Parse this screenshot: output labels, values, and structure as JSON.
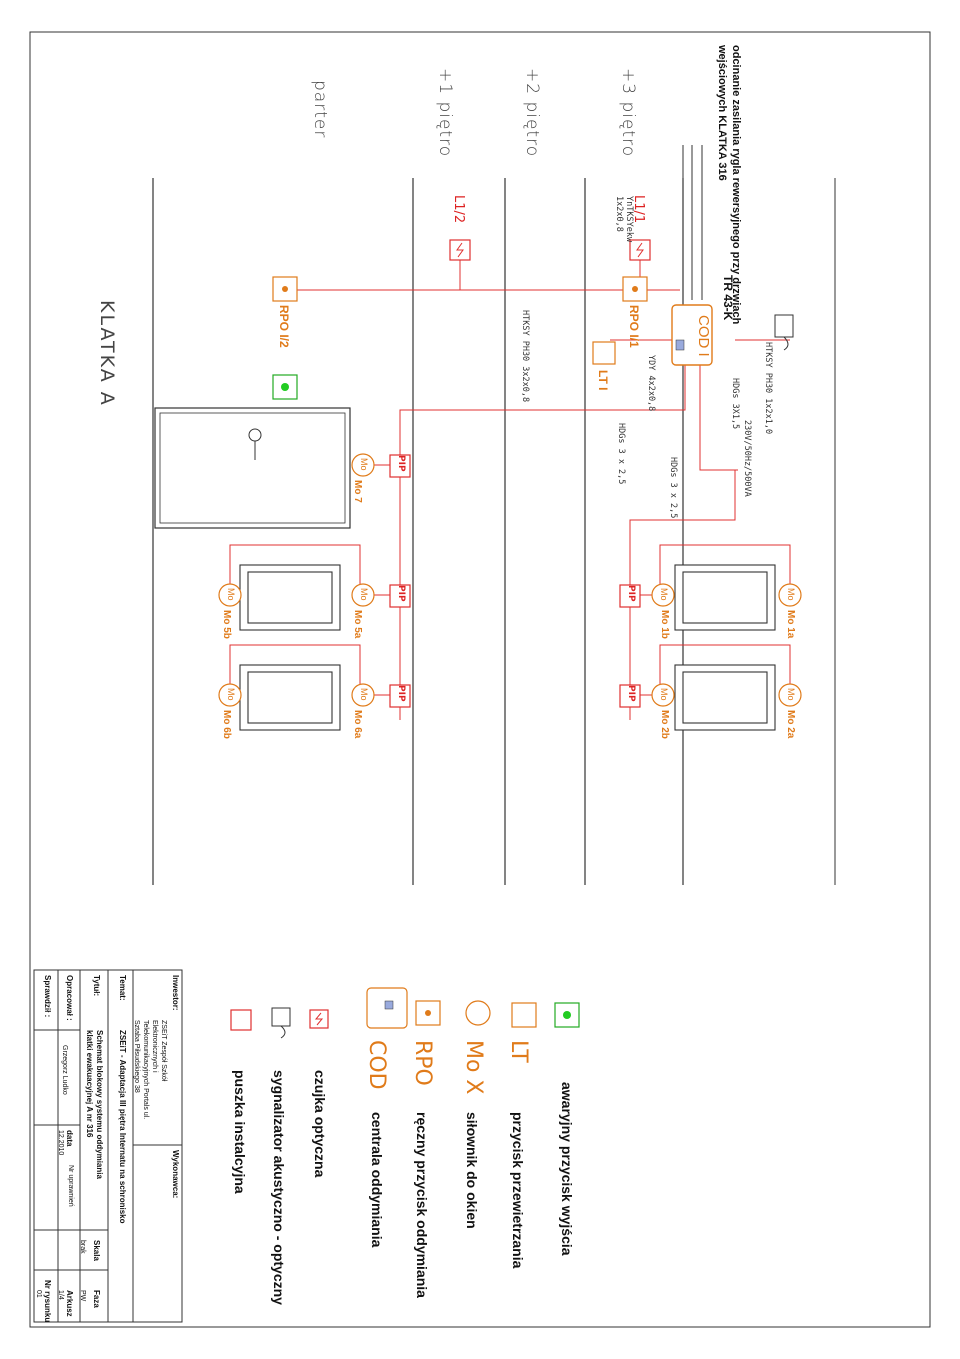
{
  "title_note": {
    "line1": "odcinanie zasilania rygla rewersyjnego przy drzwiach",
    "line2": "wejściowych KLATKA 316"
  },
  "floors": {
    "p3": "+3 piętro",
    "p2": "+2 piętro",
    "p1": "+1 piętro",
    "p0": "parter"
  },
  "stair": "KLATKA A",
  "devices": {
    "tr": "TR 43-K",
    "cod": "COD I",
    "l1": "L1/1",
    "l2": "L1/2",
    "rpo1": "RPO I/1",
    "rpo2": "RPO I/2",
    "lt": "LT I",
    "pip": "PIP",
    "mo_sym": "Mo",
    "mo7": "Mo 7",
    "mo5a": "Mo 5a",
    "mo5b": "Mo 5b",
    "mo6a": "Mo 6a",
    "mo6b": "Mo 6b",
    "mo1a": "Mo 1a",
    "mo1b": "Mo 1b",
    "mo2a": "Mo 2a",
    "mo2b": "Mo 2b"
  },
  "cables": {
    "htksy1": "HTKSY PH30 1x2x1,0",
    "hdgs15": "HDGs 3X1,5",
    "power": "230V/50Hz/500VA",
    "ydy": "YDY 4x2x0,8",
    "htksy3": "HTKSY PH30 3x2x0,8",
    "hdgs25a": "HDGs 3 x 2,5",
    "hdgs25b": "HDGs 3 x 2,5",
    "ytksy1": "YnTKSYekw",
    "ytksy2": "1x2x0,8"
  },
  "legend": [
    {
      "sym": "",
      "text": "awaryjny przycisk wyjścia"
    },
    {
      "sym": "LT",
      "text": "przycisk przewietrzania"
    },
    {
      "sym": "Mo X",
      "text": "siłownik do okien"
    },
    {
      "sym": "RPO",
      "text": "ręczny przycisk oddymiania"
    },
    {
      "sym": "COD",
      "text": "centrala oddymiania"
    },
    {
      "sym": "",
      "text": "czujka optyczna"
    },
    {
      "sym": "",
      "text": "sygnalizator akustyczno - optyczny"
    },
    {
      "sym": "",
      "text": "puszka instalcyjna"
    }
  ],
  "titleblock": {
    "investor_label": "Inwestor:",
    "contractor_label": "Wykonawca:",
    "investor": "ZSEiT Zespół Szkół Elektronicznych i Telekomunikacyjnych Portals ul. Sztaba Piłsudskiego 38",
    "topic_label": "Temat:",
    "topic": "ZSEiT - Adaptacja III piętra Internatu na schronisko",
    "title_label": "Tytuł:",
    "title": "Schemat blokowy systemu oddymiania klatki ewakuacyjnej A nr 316",
    "scale_label": "Skala",
    "scale": "brak",
    "phase_label": "Faza",
    "phase": "PW",
    "drawn_label": "Opracował :",
    "drawn": "Grzegorz Ludko",
    "date_label": "data",
    "date": "12.2010",
    "rights": "Nr uprawnień",
    "checked_label": "Sprawdził :",
    "sheet_label": "Arkusz",
    "sheet": "1/4",
    "drawing_no_label": "Nr rysunku",
    "drawing_no": "01"
  }
}
